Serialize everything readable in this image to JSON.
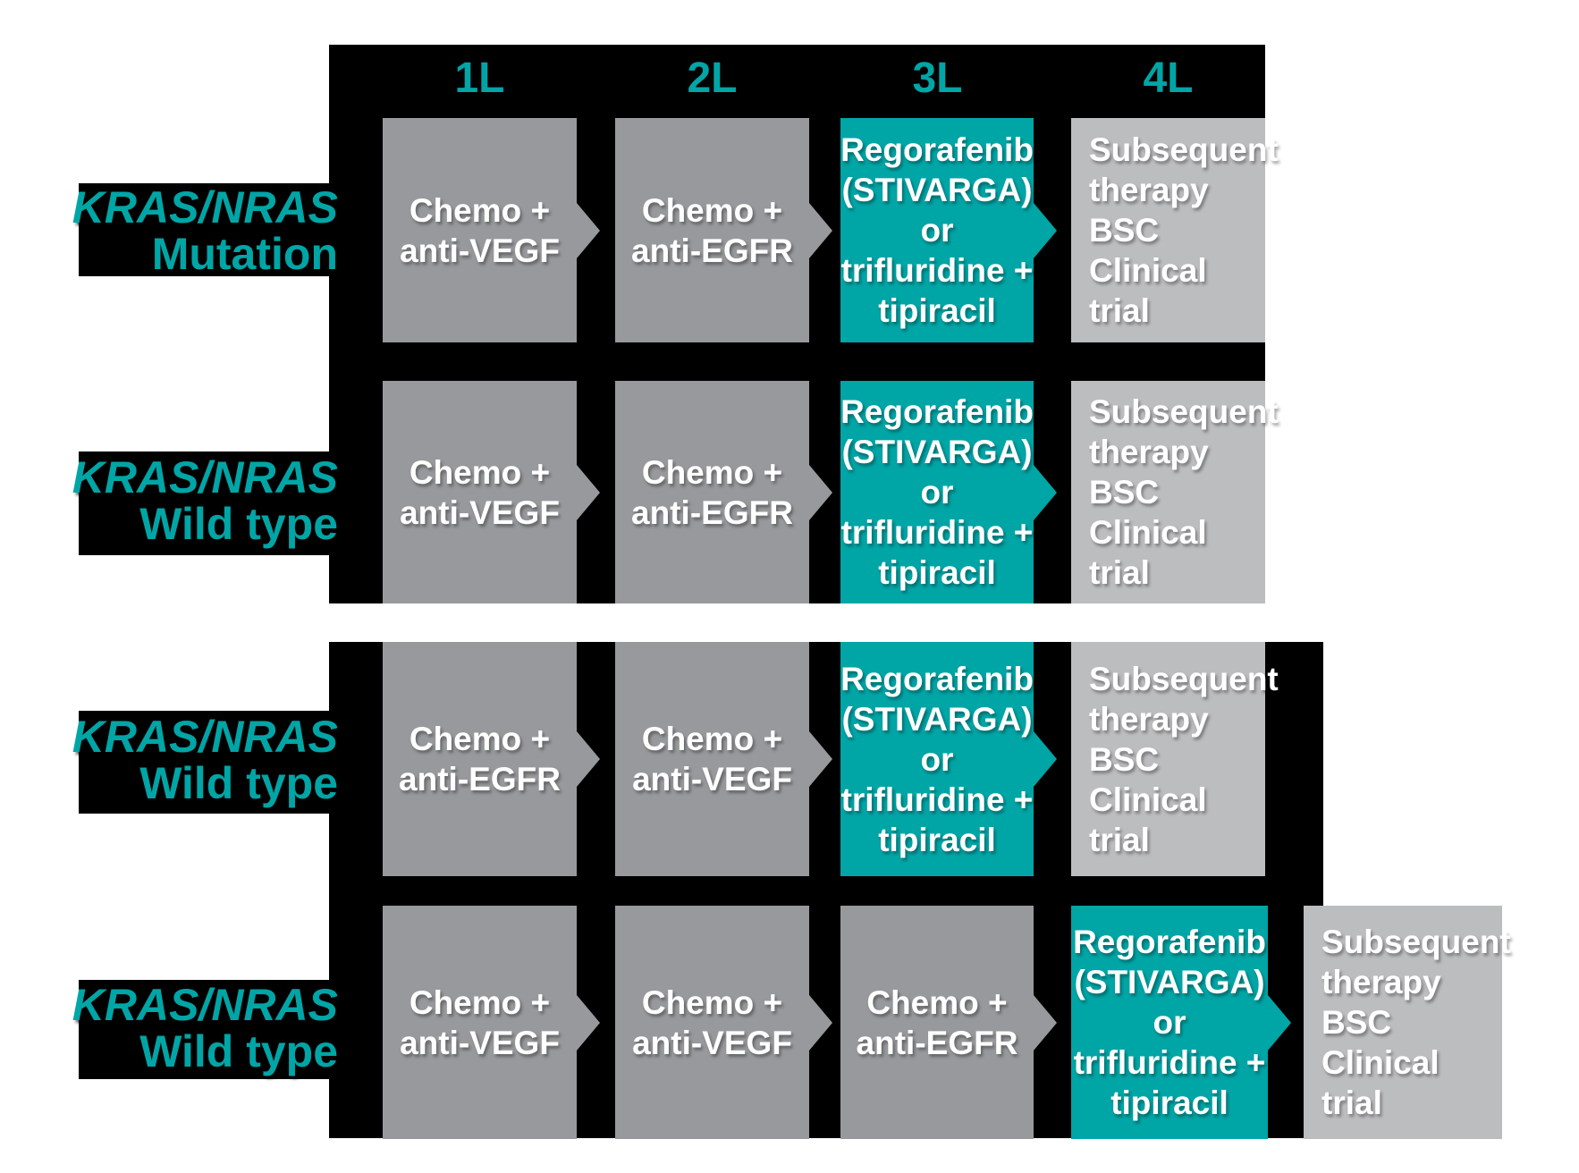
{
  "title": "KRAS/NRAS treatment sequencing flow (1L-4L)",
  "colors": {
    "teal": "#00A5A6",
    "box_gray": "#97999C",
    "box_light_gray": "#BCBDBF",
    "panel_black": "#000000",
    "box_text_white": "#FFFFFF"
  },
  "header": {
    "columns": [
      "1L",
      "2L",
      "3L",
      "4L"
    ]
  },
  "rows": [
    {
      "label": {
        "line1": "KRAS/NRAS",
        "line2": "Mutation"
      },
      "boxes": [
        {
          "text": "Chemo +\nanti-VEGF",
          "variant": "gray",
          "arrow": true
        },
        {
          "text": "Chemo +\nanti-EGFR",
          "variant": "gray",
          "arrow": true
        },
        {
          "text": "Regorafenib\n(STIVARGA)\nor\ntrifluridine +\ntipiracil",
          "variant": "teal",
          "arrow": true
        },
        {
          "text": "Subsequent\ntherapy\nBSC\nClinical trial",
          "variant": "light",
          "arrow": false
        }
      ]
    },
    {
      "label": {
        "line1": "KRAS/NRAS",
        "line2": "Wild type"
      },
      "boxes": [
        {
          "text": "Chemo +\nanti-VEGF",
          "variant": "gray",
          "arrow": true
        },
        {
          "text": "Chemo +\nanti-EGFR",
          "variant": "gray",
          "arrow": true
        },
        {
          "text": "Regorafenib\n(STIVARGA)\nor\ntrifluridine +\ntipiracil",
          "variant": "teal",
          "arrow": true
        },
        {
          "text": "Subsequent\ntherapy\nBSC\nClinical trial",
          "variant": "light",
          "arrow": false
        }
      ]
    },
    {
      "label": {
        "line1": "KRAS/NRAS",
        "line2": "Wild type"
      },
      "boxes": [
        {
          "text": "Chemo +\nanti-EGFR",
          "variant": "gray",
          "arrow": true
        },
        {
          "text": "Chemo +\nanti-VEGF",
          "variant": "gray",
          "arrow": true
        },
        {
          "text": "Regorafenib\n(STIVARGA)\nor\ntrifluridine +\ntipiracil",
          "variant": "teal",
          "arrow": true
        },
        {
          "text": "Subsequent\ntherapy\nBSC\nClinical trial",
          "variant": "light",
          "arrow": false
        }
      ]
    },
    {
      "label": {
        "line1": "KRAS/NRAS",
        "line2": "Wild type"
      },
      "boxes": [
        {
          "text": "Chemo +\nanti-VEGF",
          "variant": "gray",
          "arrow": true
        },
        {
          "text": "Chemo +\nanti-VEGF",
          "variant": "gray",
          "arrow": true
        },
        {
          "text": "Chemo +\nanti-EGFR",
          "variant": "gray",
          "arrow": true
        },
        {
          "text": "Regorafenib\n(STIVARGA)\nor\ntrifluridine +\ntipiracil",
          "variant": "teal",
          "arrow": true
        },
        {
          "text": "Subsequent\ntherapy\nBSC\nClinical trial",
          "variant": "light",
          "arrow": false
        }
      ]
    }
  ]
}
